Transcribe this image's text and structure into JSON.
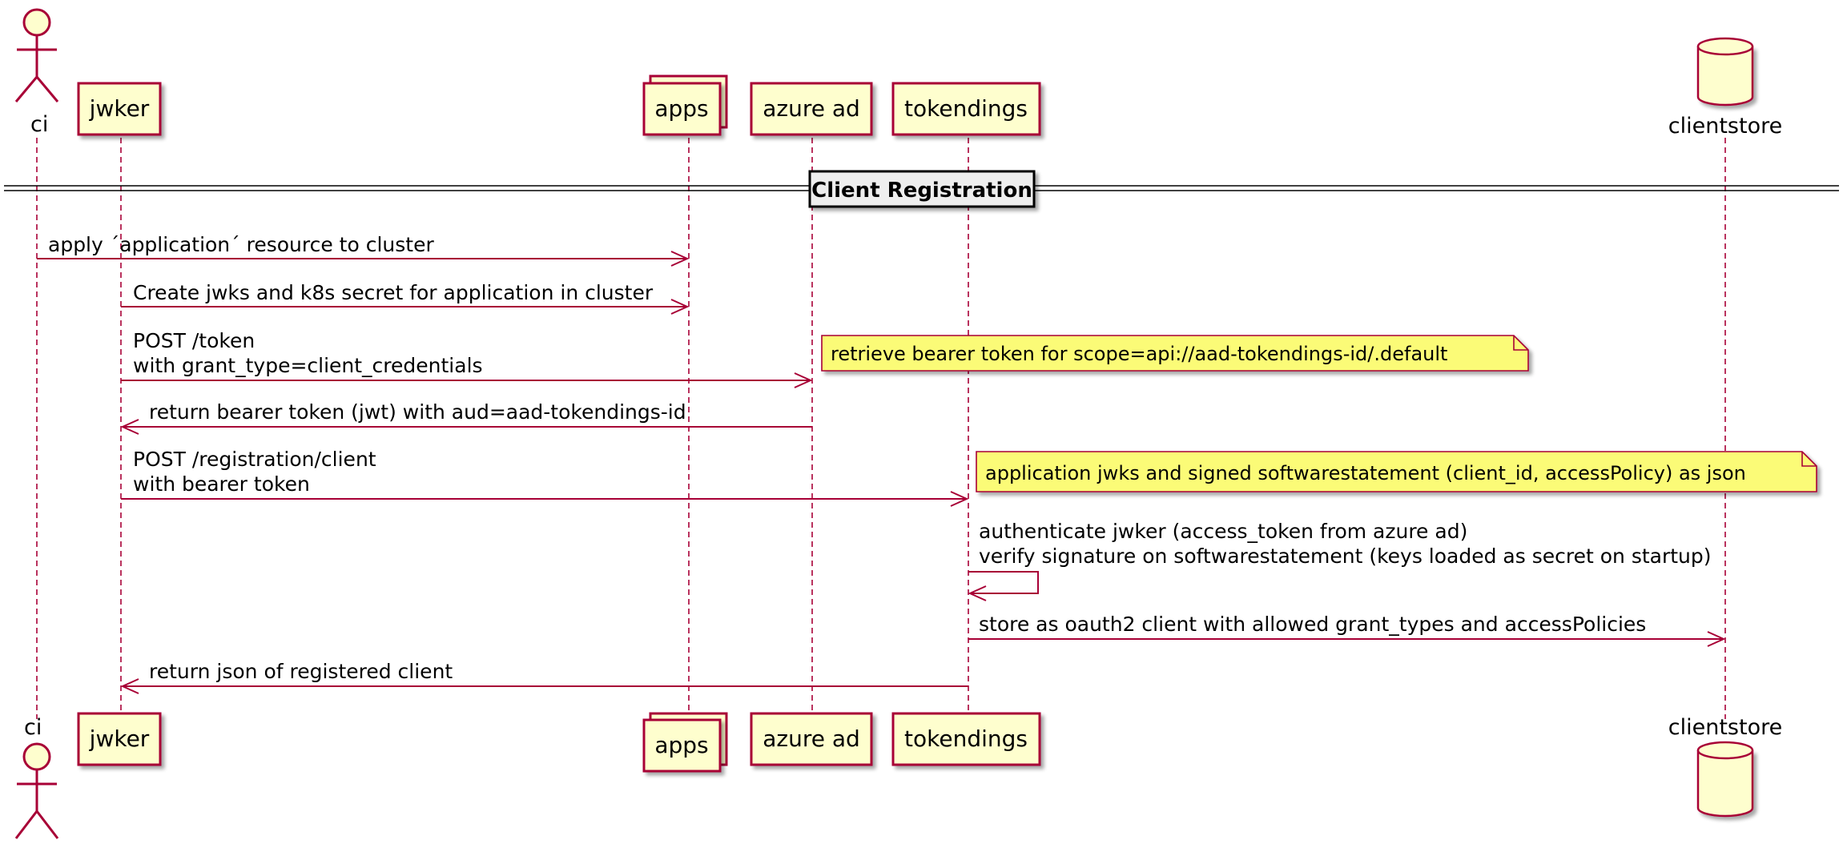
{
  "colors": {
    "accent": "#A80036",
    "participant_fill": "#FEFECE",
    "note_fill": "#FBFB77",
    "divider_fill": "#EEEEEE",
    "text": "#000000"
  },
  "participants": {
    "ci": "ci",
    "jwker": "jwker",
    "apps": "apps",
    "azure_ad": "azure ad",
    "tokendings": "tokendings",
    "clientstore": "clientstore"
  },
  "section": {
    "title": "Client Registration"
  },
  "messages": [
    {
      "from": "ci",
      "to": "apps",
      "lines": [
        "apply ´application´ resource to cluster"
      ]
    },
    {
      "from": "jwker",
      "to": "apps",
      "lines": [
        "Create jwks and k8s secret for application in cluster"
      ]
    },
    {
      "from": "jwker",
      "to": "azure_ad",
      "lines": [
        "POST /token",
        "with grant_type=client_credentials"
      ]
    },
    {
      "from": "azure_ad",
      "to": "jwker",
      "lines": [
        "return bearer token (jwt) with aud=aad-tokendings-id"
      ]
    },
    {
      "from": "jwker",
      "to": "tokendings",
      "lines": [
        "POST /registration/client",
        "with bearer token"
      ]
    },
    {
      "from": "tokendings",
      "to": "tokendings",
      "lines": [
        "authenticate jwker (access_token from azure ad)",
        "verify signature on softwarestatement (keys loaded as secret on startup)"
      ]
    },
    {
      "from": "tokendings",
      "to": "clientstore",
      "lines": [
        "store as oauth2 client with allowed grant_types and accessPolicies"
      ]
    },
    {
      "from": "tokendings",
      "to": "jwker",
      "lines": [
        "return json of registered client"
      ]
    }
  ],
  "notes": [
    {
      "text": "retrieve bearer token for scope=api://aad-tokendings-id/.default"
    },
    {
      "text": "application jwks and signed softwarestatement (client_id, accessPolicy) as json"
    }
  ]
}
